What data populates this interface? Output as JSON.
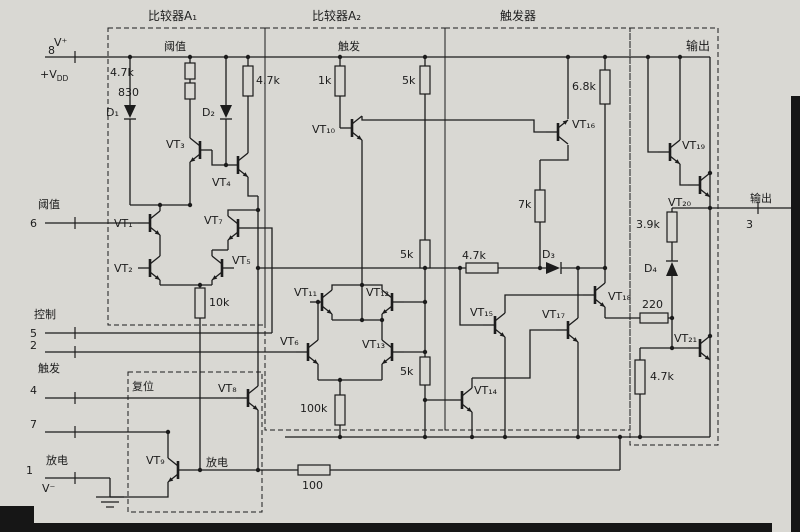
{
  "colors": {
    "paper": "#d9d8d3",
    "ink": "#1c1c1c"
  },
  "sections": {
    "a1": "比较器A₁",
    "a2": "比较器A₂",
    "ff": "触发器",
    "out": "输出",
    "a1_inner": "阈值",
    "a2_inner": "触发"
  },
  "pins": {
    "vplus": "V⁺",
    "n8": "8",
    "vdd_main": "+V",
    "vdd_sub": "DD",
    "threshold": "阈值",
    "n6": "6",
    "control": "控制",
    "n5": "5",
    "n2": "2",
    "trigger": "触发",
    "n4": "4",
    "n7": "7",
    "discharge": "放电",
    "n1": "1",
    "vminus": "V⁻",
    "output": "输出",
    "n3": "3"
  },
  "box_labels": {
    "reset": "复位",
    "discharge": "放电"
  },
  "resistors": {
    "r1a": "4.7k",
    "r1b": "830",
    "r2": "4.7k",
    "r10k": "10k",
    "r1k": "1k",
    "r5k_top": "5k",
    "r5k_mid": "5k",
    "r5k_bot": "5k",
    "r100k": "100k",
    "r100": "100",
    "r6k8": "6.8k",
    "r7k": "7k",
    "r4k7_ff": "4.7k",
    "r3k9": "3.9k",
    "r220": "220",
    "r4k7_out": "4.7k"
  },
  "transistors": {
    "vt1": "VT₁",
    "vt2": "VT₂",
    "vt3": "VT₃",
    "vt4": "VT₄",
    "vt5": "VT₅",
    "vt6": "VT₆",
    "vt7": "VT₇",
    "vt8": "VT₈",
    "vt9": "VT₉",
    "vt10": "VT₁₀",
    "vt11": "VT₁₁",
    "vt12": "VT₁₂",
    "vt13": "VT₁₃",
    "vt14": "VT₁₄",
    "vt15": "VT₁₅",
    "vt16": "VT₁₆",
    "vt17": "VT₁₇",
    "vt18": "VT₁₈",
    "vt19": "VT₁₉",
    "vt20": "VT₂₀",
    "vt21": "VT₂₁"
  },
  "diodes": {
    "d1": "D₁",
    "d2": "D₂",
    "d3": "D₃",
    "d4": "D₄"
  }
}
